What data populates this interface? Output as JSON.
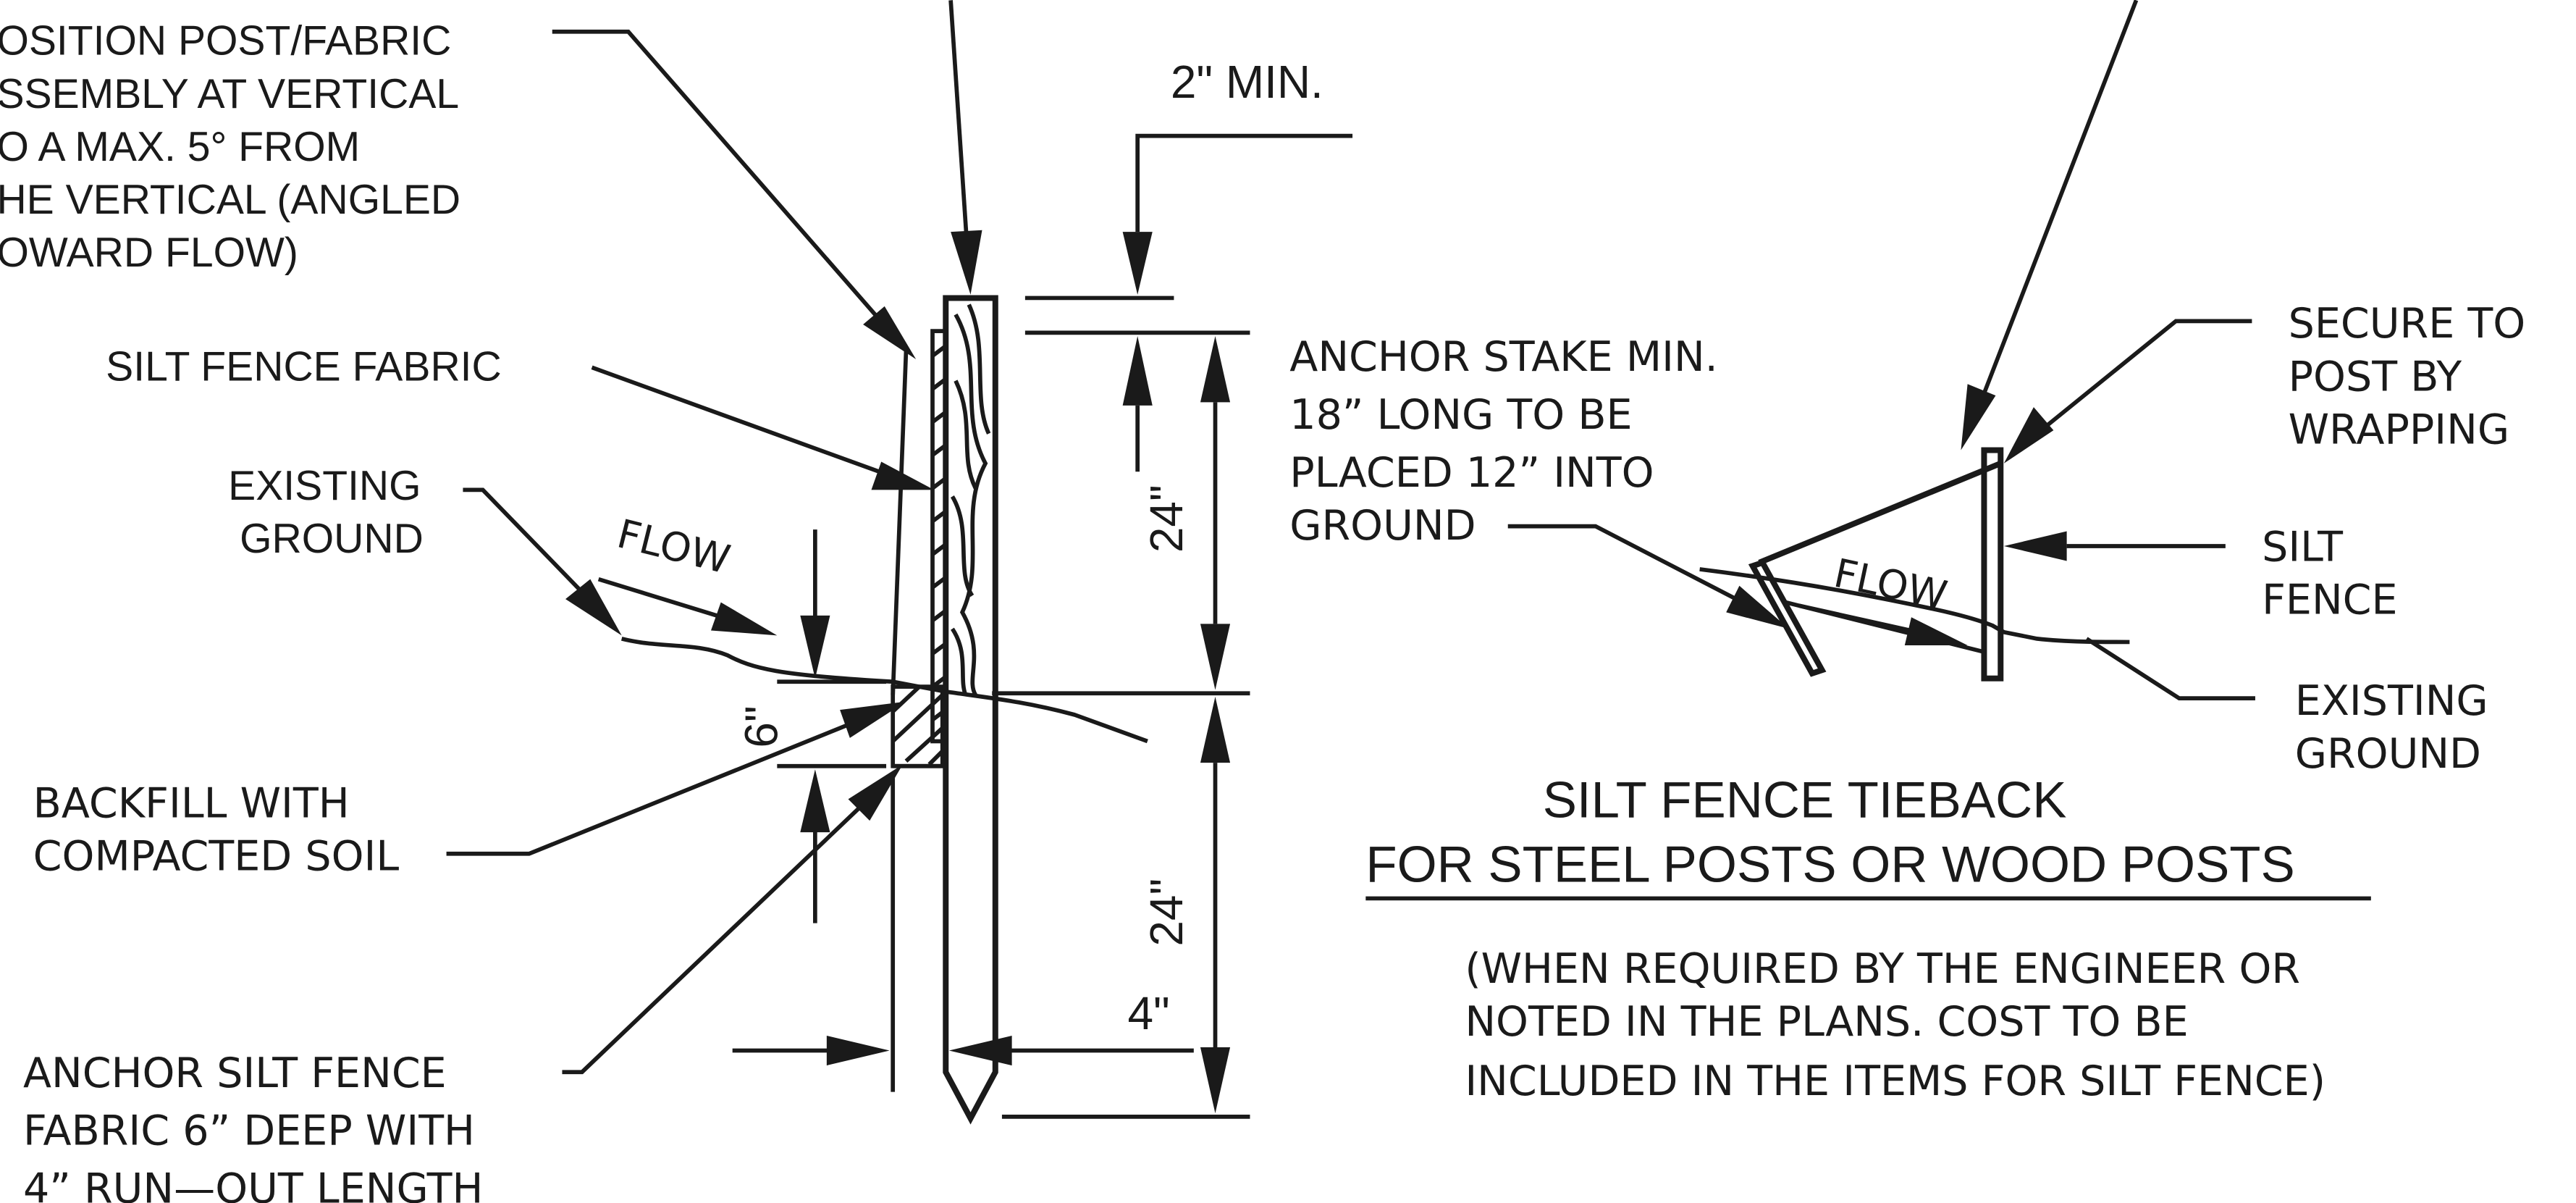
{
  "colors": {
    "ink": "#1a1a1a",
    "paper": "#ffffff"
  },
  "left_detail": {
    "position_note": [
      "OSITION POST/FABRIC",
      "SSEMBLY AT VERTICAL",
      "O A MAX. 5° FROM",
      "HE VERTICAL (ANGLED",
      "OWARD FLOW)"
    ],
    "fabric_label": "SILT FENCE FABRIC",
    "ground_label": [
      "EXISTING",
      "GROUND"
    ],
    "flow_label": "FLOW",
    "backfill_label": [
      "BACKFILL WITH",
      "COMPACTED SOIL"
    ],
    "anchor_fabric_label": [
      "ANCHOR SILT FENCE",
      "FABRIC 6” DEEP WITH",
      "4” RUN—OUT LENGTH"
    ],
    "dim_top": "2\" MIN.",
    "dim_upper": "24\"",
    "dim_lower": "24\"",
    "dim_depth": "6\"",
    "dim_runout": "4\""
  },
  "stake_note": [
    "ANCHOR STAKE MIN.",
    "18” LONG TO BE",
    "PLACED 12” INTO",
    "GROUND"
  ],
  "right_detail": {
    "secure_label": [
      "SECURE TO",
      "POST BY",
      "WRAPPING"
    ],
    "silt_fence_label": [
      "SILT",
      "FENCE"
    ],
    "flow_label": "FLOW",
    "ground_label": [
      "EXISTING",
      "GROUND"
    ],
    "title": [
      "SILT FENCE TIEBACK",
      "FOR STEEL POSTS OR WOOD POSTS"
    ],
    "note": [
      "(WHEN REQUIRED BY THE ENGINEER OR",
      "NOTED IN THE PLANS. COST TO BE",
      "INCLUDED IN THE ITEMS FOR SILT FENCE)"
    ]
  }
}
